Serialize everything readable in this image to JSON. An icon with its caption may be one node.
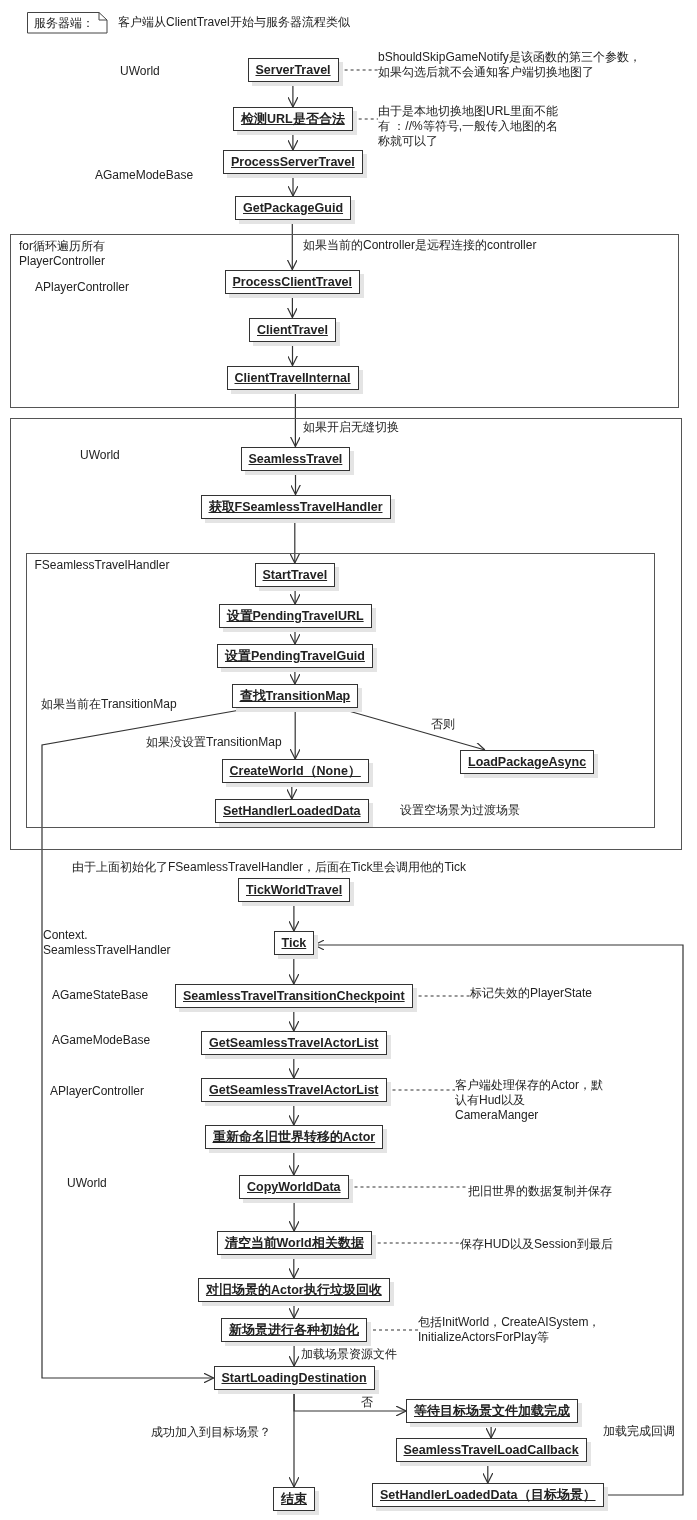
{
  "diagram": {
    "nodes": [
      {
        "text": [
          "服务器端："
        ],
        "beside": [
          "客户端从ClientTravel开始与服务器流程类似"
        ]
      },
      {
        "text": [
          "ServerTravel"
        ]
      },
      {
        "text": [
          "检测URL是否合法"
        ]
      },
      {
        "text": [
          "ProcessServerTravel"
        ]
      },
      {
        "text": [
          "GetPackageGuid"
        ]
      },
      {
        "text": [
          "for循环遍历所有 PlayerController"
        ]
      },
      {
        "text": [
          "ProcessClientTravel"
        ],
        "in": 5
      },
      {
        "text": [
          "ClientTravel"
        ],
        "in": 5
      },
      {
        "text": [
          "ClientTravelInternal"
        ],
        "in": 5
      },
      {
        "text": [],
        "shape": "box"
      },
      {
        "text": [
          "SeamlessTravel"
        ],
        "in": 9
      },
      {
        "text": [
          "获取FSeamlessTravelHandler"
        ],
        "in": 9
      },
      {
        "text": [
          "FSeamlessTravelHandler"
        ],
        "in": 9
      },
      {
        "text": [
          "StartTravel"
        ],
        "in": 12
      },
      {
        "text": [
          "设置PendingTravelURL"
        ],
        "in": 12
      },
      {
        "text": [
          "设置PendingTravelGuid"
        ],
        "in": 12
      },
      {
        "text": [
          "查找TransitionMap"
        ],
        "in": 12
      },
      {
        "text": [
          "CreateWorld（None）"
        ],
        "in": 12
      },
      {
        "text": [
          "SetHandlerLoadedData"
        ],
        "in": 12
      },
      {
        "text": [
          "LoadPackageAsync"
        ],
        "in": 12
      },
      {
        "text": [
          "TickWorldTravel"
        ]
      },
      {
        "text": [
          "Tick"
        ]
      },
      {
        "text": [
          "SeamlessTravelTransitionCheckpoint"
        ]
      },
      {
        "text": [
          "GetSeamlessTravelActorList"
        ]
      },
      {
        "text": [
          "GetSeamlessTravelActorList"
        ]
      },
      {
        "text": [
          "重新命名旧世界转移的Actor"
        ]
      },
      {
        "text": [
          "CopyWorldData"
        ]
      },
      {
        "text": [
          "清空当前World相关数据"
        ]
      },
      {
        "text": [
          "对旧场景的Actor执行垃圾回收"
        ]
      },
      {
        "text": [
          "新场景进行各种初始化"
        ]
      },
      {
        "text": [
          "StartLoadingDestination"
        ]
      },
      {
        "text": [
          "等待目标场景文件加载完成"
        ]
      },
      {
        "text": [
          "SeamlessTravelLoadCallback"
        ]
      },
      {
        "text": [
          "SetHandlerLoadedData（目标场景）"
        ]
      },
      {
        "text": [
          "结束"
        ]
      },
      {
        "text": [
          "bShouldSkipGameNotify是该函数的第三个参数，如果勾选后就不会通知客户端切换地图了"
        ]
      },
      {
        "text": [
          "由于是本地切换地图URL里面不能有 ：//%等符号,一般传入地图的名称就可以了"
        ]
      },
      {
        "text": [
          "标记失效的PlayerState"
        ]
      },
      {
        "text": [
          "客户端处理保存的Actor，默认有Hud以及CameraManger"
        ]
      },
      {
        "text": [
          "把旧世界的数据复制并保存"
        ]
      },
      {
        "text": [
          "保存HUD以及Session到最后"
        ]
      },
      {
        "text": [
          "包括InitWorld，CreateAISystem，InitializeActorsForPlay等"
        ]
      }
    ],
    "edges": [
      {
        "from": 1,
        "to": 2,
        "arrow": "to"
      },
      {
        "from": 2,
        "to": 3,
        "arrow": "to"
      },
      {
        "from": 3,
        "to": 4,
        "arrow": "to"
      },
      {
        "from": 4,
        "to": 6,
        "arrow": "to",
        "label": "如果当前的Controller是远程连接的controller"
      },
      {
        "from": 6,
        "to": 7,
        "arrow": "to"
      },
      {
        "from": 7,
        "to": 8,
        "arrow": "to"
      },
      {
        "from": 8,
        "to": 10,
        "arrow": "to",
        "label": "如果开启无缝切换"
      },
      {
        "from": 10,
        "to": 11,
        "arrow": "to"
      },
      {
        "from": 11,
        "to": 13,
        "arrow": "to"
      },
      {
        "from": 13,
        "to": 14,
        "arrow": "to"
      },
      {
        "from": 14,
        "to": 15,
        "arrow": "to"
      },
      {
        "from": 15,
        "to": 16,
        "arrow": "to"
      },
      {
        "from": 16,
        "to": 30,
        "arrow": "to",
        "label": "如果当前在TransitionMap"
      },
      {
        "from": 16,
        "to": 17,
        "arrow": "to",
        "label": "如果没设置TransitionMap"
      },
      {
        "from": 16,
        "to": 19,
        "arrow": "to",
        "label": "否则"
      },
      {
        "from": 17,
        "to": 18,
        "arrow": "to"
      },
      {
        "from": 20,
        "to": 21,
        "arrow": "to"
      },
      {
        "from": 21,
        "to": 22,
        "arrow": "to"
      },
      {
        "from": 22,
        "to": 23,
        "arrow": "to"
      },
      {
        "from": 23,
        "to": 24,
        "arrow": "to"
      },
      {
        "from": 24,
        "to": 25,
        "arrow": "to"
      },
      {
        "from": 25,
        "to": 26,
        "arrow": "to"
      },
      {
        "from": 26,
        "to": 27,
        "arrow": "to"
      },
      {
        "from": 27,
        "to": 28,
        "arrow": "to"
      },
      {
        "from": 28,
        "to": 29,
        "arrow": "to"
      },
      {
        "from": 29,
        "to": 30,
        "arrow": "to",
        "label": "加载场景资源文件"
      },
      {
        "from": 30,
        "to": 31,
        "arrow": "to",
        "label": "否"
      },
      {
        "from": 30,
        "to": 34,
        "arrow": "to",
        "label": "成功加入到目标场景？"
      },
      {
        "from": 31,
        "to": 32,
        "arrow": "to"
      },
      {
        "from": 32,
        "to": 33,
        "arrow": "to"
      },
      {
        "from": 33,
        "to": 21,
        "arrow": "to",
        "label": "加载完成回调"
      },
      {
        "from": 1,
        "to": 35,
        "arrow": "none",
        "style": "dashed"
      },
      {
        "from": 2,
        "to": 36,
        "arrow": "none",
        "style": "dashed"
      },
      {
        "from": 22,
        "to": 37,
        "arrow": "none",
        "style": "dashed"
      },
      {
        "from": 24,
        "to": 38,
        "arrow": "none",
        "style": "dashed"
      },
      {
        "from": 26,
        "to": 39,
        "arrow": "none",
        "style": "dashed"
      },
      {
        "from": 27,
        "to": 40,
        "arrow": "none",
        "style": "dashed"
      },
      {
        "from": 29,
        "to": 41,
        "arrow": "none",
        "style": "dashed"
      }
    ],
    "labels": [
      "UWorld",
      "AGameModeBase",
      "APlayerController",
      "UWorld",
      "设置空场景为过渡场景",
      "由于上面初始化了FSeamlessTravelHandler，后面在Tick里会调用他的Tick",
      "Context. SeamlessTravelHandler",
      "AGameStateBase",
      "AGameModeBase",
      "APlayerController",
      "UWorld"
    ]
  }
}
